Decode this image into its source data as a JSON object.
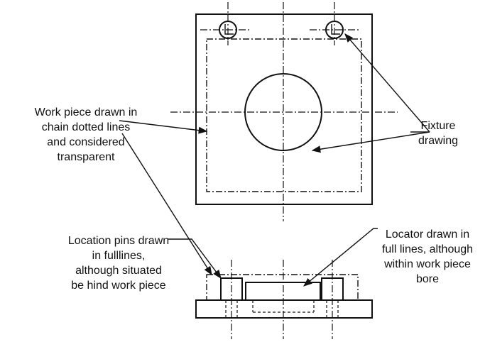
{
  "labels": {
    "fixture": [
      "Fixture",
      "drawing"
    ],
    "work_piece": [
      "Work piece drawn in",
      "chain dotted lines",
      "and considered",
      "transparent"
    ],
    "location_pins": [
      "Location pins drawn",
      "in fulllines,",
      "although situated",
      "be hind work piece"
    ],
    "locator": [
      "Locator drawn in",
      "full lines, although",
      "within work piece",
      "bore"
    ]
  }
}
